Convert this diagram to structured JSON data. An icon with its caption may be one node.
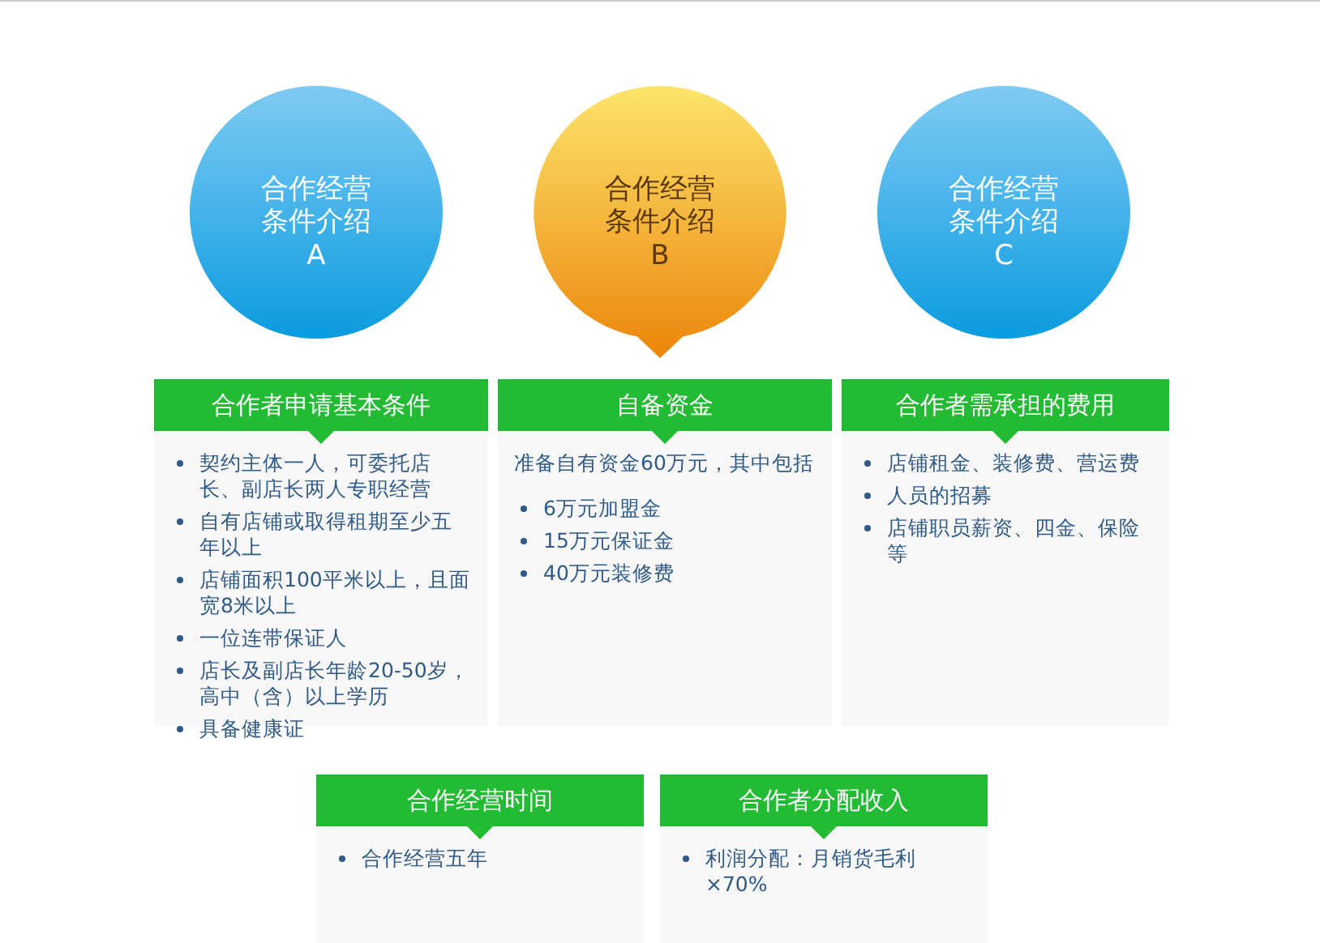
{
  "diagram": {
    "nodes": [
      {
        "text": [
          "合作经营条件介绍",
          "A"
        ]
      },
      {
        "text": [
          "合作经营条件介绍",
          "B"
        ]
      },
      {
        "text": [
          "合作经营条件介绍",
          "C"
        ]
      },
      {
        "text": [
          "合作者申请基本条件",
          "契约主体一人，可委托店长、副店长两人专职经营",
          "自有店铺或取得租期至少五年以上",
          "店铺面积100平米以上，且面宽8米以上",
          "一位连带保证人",
          "店长及副店长年龄20-50岁，高中（含）以上学历",
          "具备健康证"
        ]
      },
      {
        "text": [
          "自备资金",
          "准备自有资金60万元，其中包括",
          "6万元加盟金",
          "15万元保证金",
          "40万元装修费"
        ]
      },
      {
        "text": [
          "合作者需承担的费用",
          "店铺租金、装修费、营运费",
          "人员的招募",
          "店铺职员薪资、四金、保险等"
        ]
      },
      {
        "text": [
          "合作经营时间",
          "合作经营五年"
        ]
      },
      {
        "text": [
          "合作者分配收入",
          "利润分配：月销货毛利×70%"
        ]
      }
    ]
  }
}
